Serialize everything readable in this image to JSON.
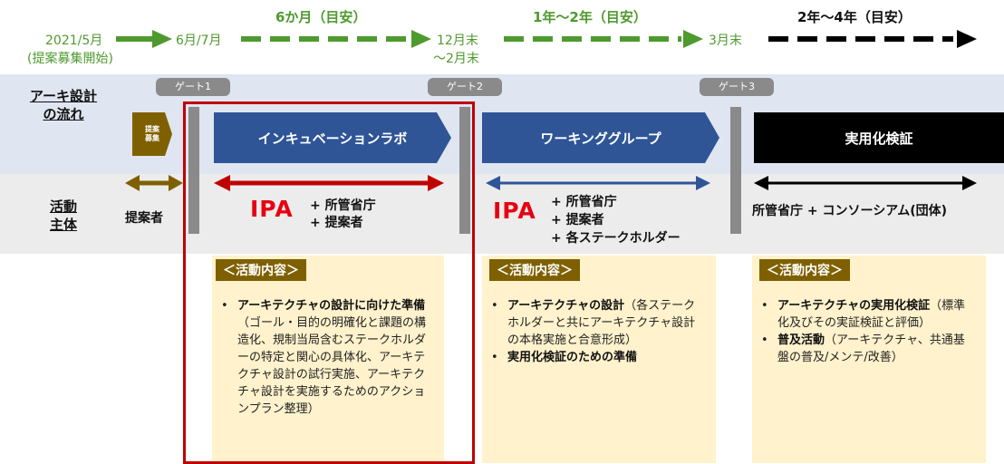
{
  "timeline": {
    "start_date": "2021/5月",
    "start_note": "(提案募集開始)",
    "milestone_1": "6月/7月",
    "milestone_2_line1": "12月末",
    "milestone_2_line2": "～2月末",
    "milestone_3": "3月末",
    "duration_1": "6か月（目安）",
    "duration_2": "1年～2年（目安）",
    "duration_3": "2年～4年（目安）"
  },
  "rows": {
    "flow_label_line1": "アーキ設計",
    "flow_label_line2": "の流れ",
    "actor_label_line1": "活動",
    "actor_label_line2": "主体"
  },
  "gates": [
    "ゲート1",
    "ゲート2",
    "ゲート3"
  ],
  "phases": {
    "proposal_tag_line1": "提案",
    "proposal_tag_line2": "募集",
    "incubation": "インキュベーションラボ",
    "working_group": "ワーキンググループ",
    "practical": "実用化検証"
  },
  "actors": {
    "proposer": "提案者",
    "ipa_logo": "IPA",
    "incubation_line1": "+  所管省庁",
    "incubation_line2": "+  提案者",
    "wg_line1": "+  所管省庁",
    "wg_line2": "+  提案者",
    "wg_line3": "+  各ステークホルダー",
    "practical": "所管省庁 + コンソーシアム(団体)"
  },
  "activities": {
    "title": "＜活動内容＞",
    "incubation": {
      "b1_bold": "アーキテクチャの設計に向けた準備",
      "b1_text": "（ゴール・目的の明確化と課題の構造化、規制当局含むステークホルダーの特定と関心の具体化、アーキテクチャ設計の試行実施、アーキテクチャ設計を実施するためのアクションプラン整理）"
    },
    "working_group": {
      "b1_bold": "アーキテクチャの設計",
      "b1_text": "（各ステークホルダーと共にアーキテクチャ設計の本格実施と合意形成）",
      "b2_bold": "実用化検証のための準備"
    },
    "practical": {
      "b1_bold": "アーキテクチャの実用化検証",
      "b1_text": "（標準化及びその実証検証と評価）",
      "b2_bold": "普及活動",
      "b2_text": "（アーキテクチャ、共通基盤の普及/メンテ/改善）"
    },
    "bullet": "•"
  },
  "colors": {
    "timeline_green": "#4e9a2e",
    "phase_blue": "#2f5597",
    "phase_black": "#000000",
    "tag_brown": "#7f6000",
    "ipa_red": "#e60012",
    "highlight_red": "#c00000",
    "activity_bg": "#fff2cc"
  }
}
